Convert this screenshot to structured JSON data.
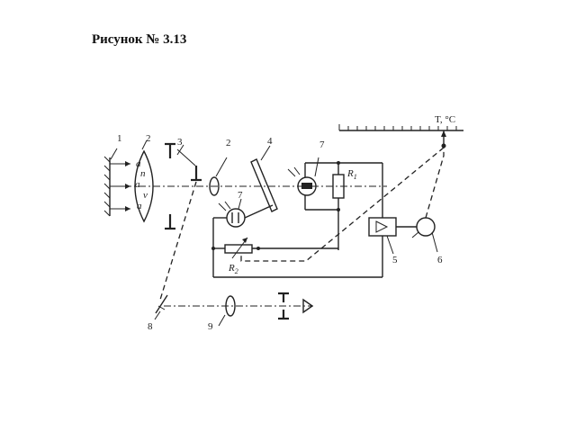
{
  "caption": "Рисунок № 3.13",
  "labels": {
    "n1": "1",
    "n2a": "2",
    "n3": "3",
    "n2b": "2",
    "n4": "4",
    "n7a": "7",
    "n7b": "7",
    "n5": "5",
    "n6": "6",
    "n8": "8",
    "n9": "9",
    "r1": "R",
    "r1_sub": "1",
    "r2": "R",
    "r2_sub": "2",
    "scale_label": "T, °C"
  }
}
